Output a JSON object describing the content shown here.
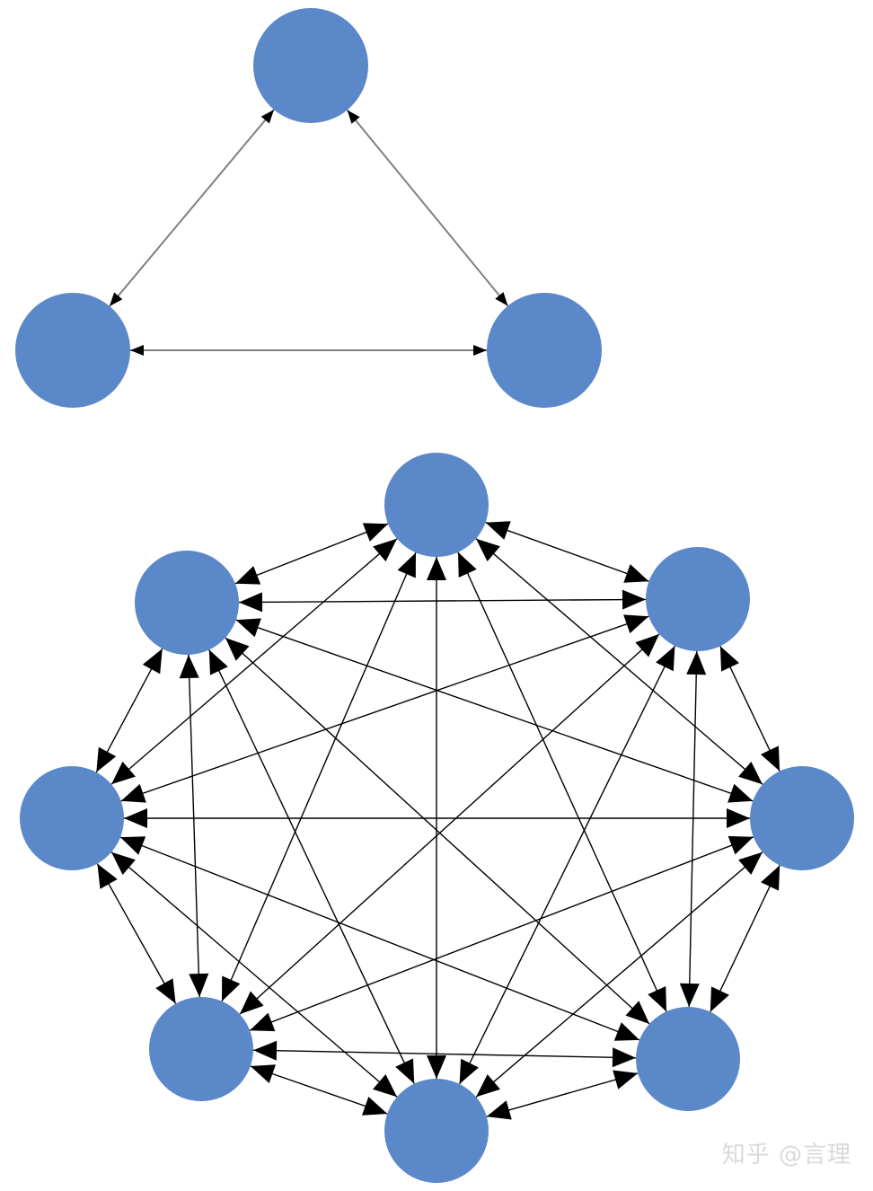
{
  "colors": {
    "node_fill": "#5b88c8",
    "edge_stroke_top": "#808080",
    "edge_stroke_bottom": "#000000",
    "arrow_fill": "#000000",
    "background": "#ffffff"
  },
  "graphs": [
    {
      "id": "triangle",
      "type": "complete-directed",
      "node_count": 3,
      "edges": "bidirectional"
    },
    {
      "id": "octagon",
      "type": "complete-directed",
      "node_count": 8,
      "edges": "bidirectional"
    }
  ],
  "watermark": {
    "text": "知乎 @言理"
  }
}
